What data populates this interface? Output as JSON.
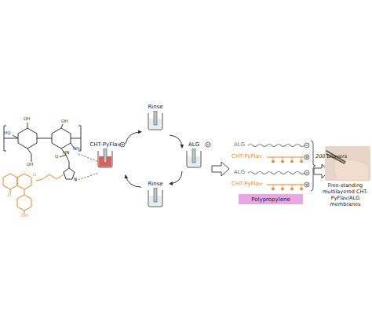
{
  "diagram": {
    "nodes": [
      {
        "text": [
          "CHT-PyFlav"
        ]
      },
      {
        "text": [
          "Rinse"
        ]
      },
      {
        "text": [
          "ALG"
        ]
      },
      {
        "text": [
          "Rinse"
        ]
      },
      {
        "text": [
          "Polypropylene"
        ]
      },
      {
        "text": [
          "Free-standing multilayered CHT-PyFlav/ALG membranes"
        ]
      }
    ],
    "edges": [
      {
        "from": 0,
        "to": 1,
        "arrow": "to"
      },
      {
        "from": 1,
        "to": 2,
        "arrow": "to"
      },
      {
        "from": 2,
        "to": 3,
        "arrow": "to"
      },
      {
        "from": 3,
        "to": 0,
        "arrow": "to"
      }
    ],
    "labels": [
      "ALG",
      "CHT-PyFlav",
      "ALG",
      "CHT-PyFlav",
      "200 bilayers",
      "OH",
      "HO",
      "OH",
      "NH₂",
      "OH",
      "HN",
      "O",
      "N",
      "O",
      "O",
      "OH"
    ]
  }
}
